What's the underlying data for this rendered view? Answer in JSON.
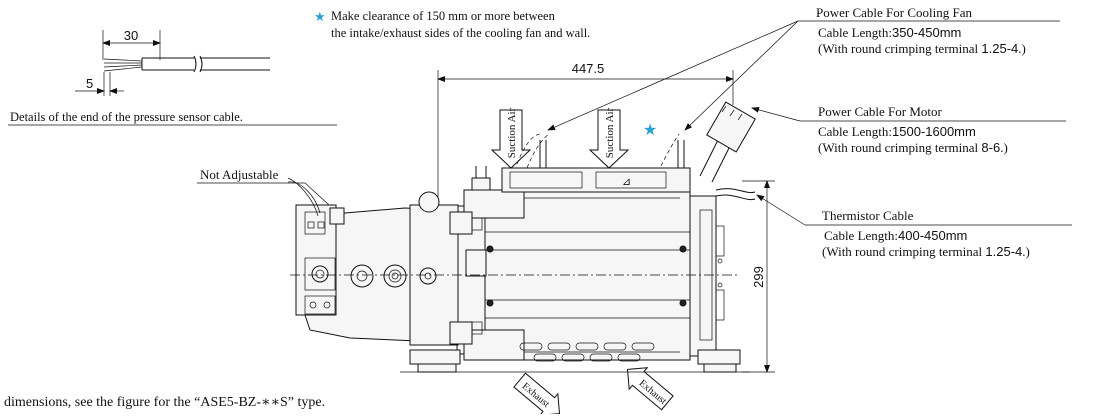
{
  "sensor_detail": {
    "dim_top": "30",
    "dim_bottom": "5",
    "caption": "Details of the end of the pressure sensor cable."
  },
  "clearance_note": {
    "star": "★",
    "line1": "Make clearance of 150 mm or more between",
    "line2": "the intake/exhaust sides of the cooling fan and wall."
  },
  "not_adjustable": "Not Adjustable",
  "fan_cable": {
    "title": "Power Cable For Cooling Fan",
    "length_prefix": "Cable Length:",
    "length_value": "350-450mm",
    "terminal_prefix": "(With round crimping terminal ",
    "terminal_value": "1.25-4",
    "terminal_suffix": ".)"
  },
  "motor_cable": {
    "title": "Power Cable For Motor",
    "length_prefix": "Cable Length:",
    "length_value": "1500-1600mm",
    "terminal_prefix": "(With round crimping terminal ",
    "terminal_value": "8-6",
    "terminal_suffix": ".)"
  },
  "thermistor_cable": {
    "title": "Thermistor Cable",
    "length_prefix": "Cable Length:",
    "length_value": "400-450mm",
    "terminal_prefix": "(With round crimping terminal ",
    "terminal_value": "1.25-4",
    "terminal_suffix": ".)"
  },
  "dimensions": {
    "width": "447.5",
    "height": "299"
  },
  "arrows": {
    "suction_1": "Suction Air",
    "suction_2": "Suction Air",
    "exhaust_1": "Exhaust",
    "exhaust_2": "Exhaust"
  },
  "footer": "dimensions, see the figure for the “ASE5-BZ-∗∗S” type.",
  "colors": {
    "accent_star": "#2a9fd6",
    "line": "#111111"
  }
}
